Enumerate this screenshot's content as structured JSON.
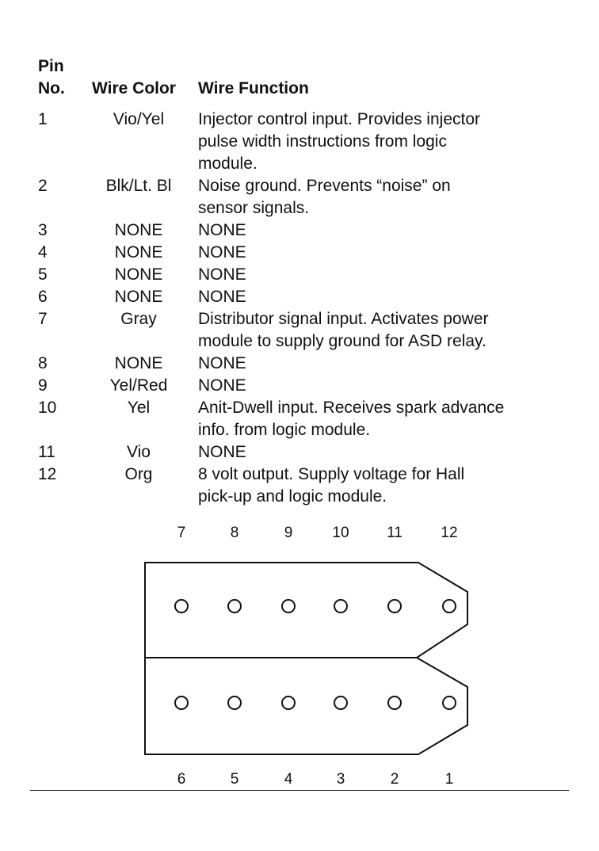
{
  "table": {
    "headers": {
      "pin_line1": "Pin",
      "pin_line2": "No.",
      "wire_color": "Wire Color",
      "wire_function": "Wire Function"
    },
    "rows": [
      {
        "pin": "1",
        "color": "Vio/Yel",
        "function": [
          "Injector control input. Provides injector",
          "pulse width instructions from logic",
          "module."
        ]
      },
      {
        "pin": "2",
        "color": "Blk/Lt. Bl",
        "function": [
          "Noise ground. Prevents “noise” on",
          "sensor signals."
        ]
      },
      {
        "pin": "3",
        "color": "NONE",
        "function": [
          "NONE"
        ]
      },
      {
        "pin": "4",
        "color": "NONE",
        "function": [
          "NONE"
        ]
      },
      {
        "pin": "5",
        "color": "NONE",
        "function": [
          "NONE"
        ]
      },
      {
        "pin": "6",
        "color": "NONE",
        "function": [
          "NONE"
        ]
      },
      {
        "pin": "7",
        "color": "Gray",
        "function": [
          "Distributor signal input. Activates power",
          "module to supply ground for ASD relay."
        ]
      },
      {
        "pin": "8",
        "color": "NONE",
        "function": [
          "NONE"
        ]
      },
      {
        "pin": "9",
        "color": "Yel/Red",
        "function": [
          "NONE"
        ]
      },
      {
        "pin": "10",
        "color": "Yel",
        "function": [
          "Anit-Dwell input. Receives spark advance",
          "info. from logic module."
        ]
      },
      {
        "pin": "11",
        "color": "Vio",
        "function": [
          "NONE"
        ]
      },
      {
        "pin": "12",
        "color": "Org",
        "function": [
          "8 volt output. Supply voltage for Hall",
          "pick-up and logic module."
        ]
      }
    ]
  },
  "connector": {
    "top_pin_labels": [
      "7",
      "8",
      "9",
      "10",
      "11",
      "12"
    ],
    "bottom_pin_labels": [
      "6",
      "5",
      "4",
      "3",
      "2",
      "1"
    ]
  }
}
